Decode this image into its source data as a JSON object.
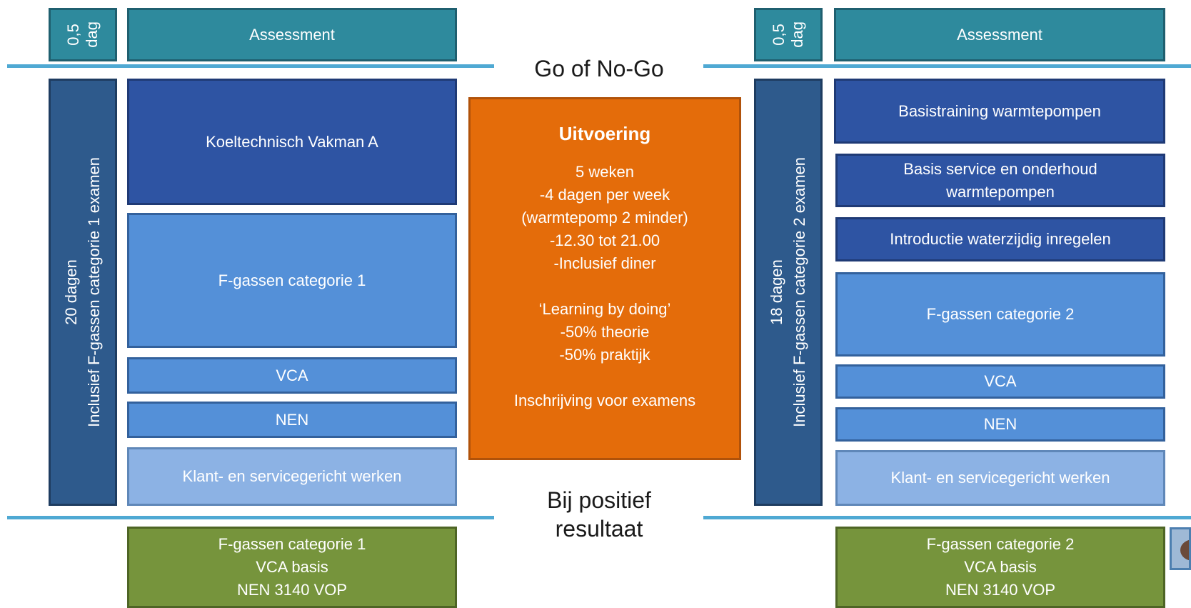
{
  "left": {
    "assessment_days": [
      "0,5",
      "dag"
    ],
    "assessment": "Assessment",
    "duration": [
      "20 dagen",
      "Inclusief F-gassen categorie 1 examen"
    ],
    "modules": [
      "Koeltechnisch Vakman A",
      "F-gassen categorie 1",
      "VCA",
      "NEN",
      "Klant- en servicegericht werken"
    ],
    "certificates": [
      "F-gassen categorie 1",
      "VCA basis",
      "NEN 3140 VOP"
    ]
  },
  "right": {
    "assessment_days": [
      "0,5",
      "dag"
    ],
    "assessment": "Assessment",
    "duration": [
      "18 dagen",
      "Inclusief F-gassen categorie 2 examen"
    ],
    "modules": [
      "Basistraining warmtepompen",
      "Basis service en onderhoud warmtepompen",
      "Introductie waterzijdig inregelen",
      "F-gassen categorie 2",
      "VCA",
      "NEN",
      "Klant- en servicegericht werken"
    ],
    "certificates": [
      "F-gassen categorie 2",
      "VCA basis",
      "NEN 3140 VOP"
    ]
  },
  "center": {
    "go_no_go": "Go of No-Go",
    "result": [
      "Bij positief",
      "resultaat"
    ],
    "title": "Uitvoering",
    "schedule": [
      "5 weken",
      "-4 dagen per week",
      "(warmtepomp 2 minder)",
      "-12.30 tot 21.00",
      "-Inclusief diner"
    ],
    "method": [
      "‘Learning by doing’",
      "-50% theorie",
      "-50% praktijk"
    ],
    "registration": "Inschrijving voor examens"
  },
  "colors": {
    "teal": "#2e8a9d",
    "dark_blue": "#2e54a3",
    "mid_blue": "#5490d8",
    "light_blue": "#8cb2e4",
    "side_blue": "#2e5a8c",
    "orange": "#e46c0a",
    "green": "#76943c",
    "divider": "#4fa9d3"
  }
}
